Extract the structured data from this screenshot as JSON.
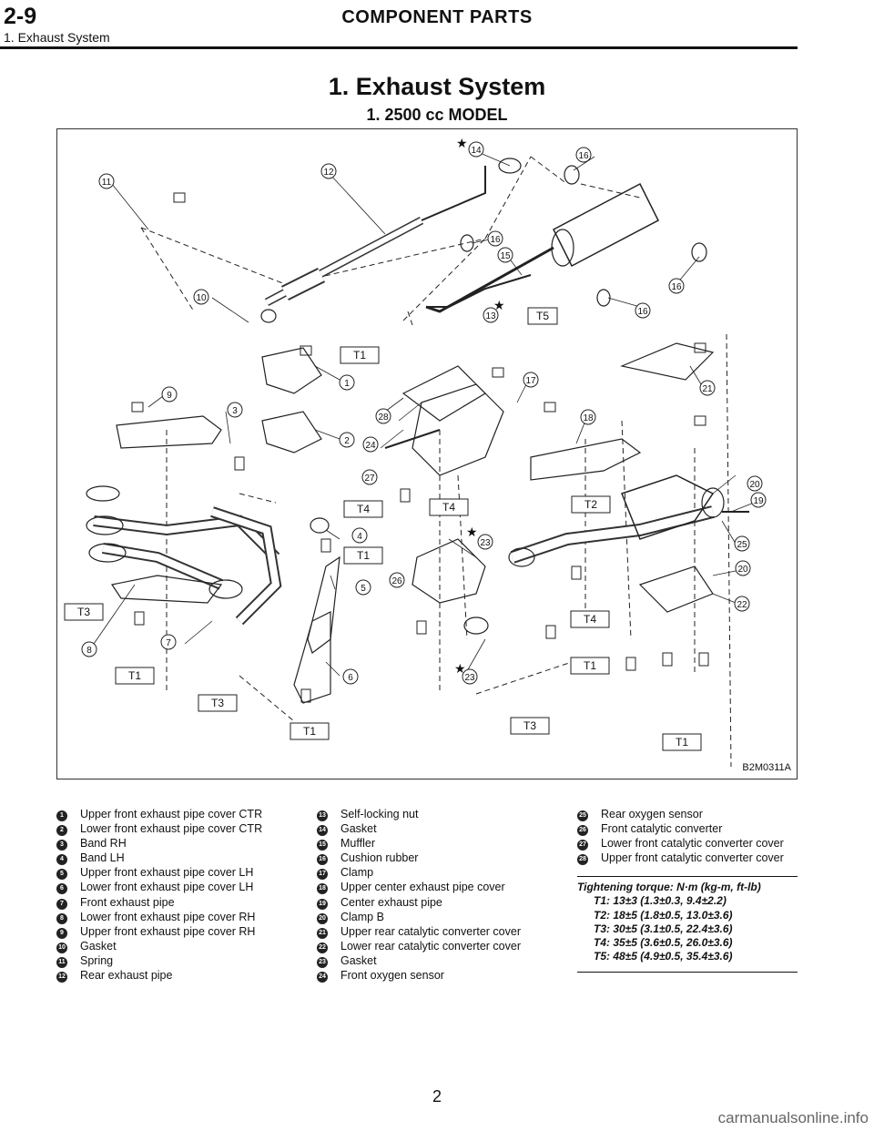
{
  "header": {
    "section": "2-9",
    "title": "COMPONENT PARTS",
    "subtitle": "1. Exhaust System"
  },
  "main_title": "1. Exhaust System",
  "sub_title": "1. 2500 cc MODEL",
  "diagram": {
    "figure_id": "B2M0311A",
    "callouts": [
      "1",
      "2",
      "3",
      "4",
      "5",
      "6",
      "7",
      "8",
      "9",
      "10",
      "11",
      "12",
      "13",
      "14",
      "15",
      "16",
      "17",
      "18",
      "19",
      "20",
      "21",
      "22",
      "23",
      "24",
      "25",
      "26",
      "27",
      "28"
    ],
    "torque_tags": {
      "t1": "T1",
      "t2": "T2",
      "t3": "T3",
      "t4": "T4",
      "t5": "T5"
    }
  },
  "legend": {
    "col1": [
      {
        "num": "1",
        "text": "Upper front exhaust pipe cover CTR"
      },
      {
        "num": "2",
        "text": "Lower front exhaust pipe cover CTR"
      },
      {
        "num": "3",
        "text": "Band RH"
      },
      {
        "num": "4",
        "text": "Band LH"
      },
      {
        "num": "5",
        "text": "Upper front exhaust pipe cover LH"
      },
      {
        "num": "6",
        "text": "Lower front exhaust pipe cover LH"
      },
      {
        "num": "7",
        "text": "Front exhaust pipe"
      },
      {
        "num": "8",
        "text": "Lower front exhaust pipe cover RH"
      },
      {
        "num": "9",
        "text": "Upper front exhaust pipe cover RH"
      },
      {
        "num": "10",
        "text": "Gasket"
      },
      {
        "num": "11",
        "text": "Spring"
      },
      {
        "num": "12",
        "text": "Rear exhaust pipe"
      }
    ],
    "col2": [
      {
        "num": "13",
        "text": "Self-locking nut"
      },
      {
        "num": "14",
        "text": "Gasket"
      },
      {
        "num": "15",
        "text": "Muffler"
      },
      {
        "num": "16",
        "text": "Cushion rubber"
      },
      {
        "num": "17",
        "text": "Clamp"
      },
      {
        "num": "18",
        "text": "Upper center exhaust pipe cover"
      },
      {
        "num": "19",
        "text": "Center exhaust pipe"
      },
      {
        "num": "20",
        "text": "Clamp B"
      },
      {
        "num": "21",
        "text": "Upper rear catalytic converter cover"
      },
      {
        "num": "22",
        "text": "Lower rear catalytic converter cover"
      },
      {
        "num": "23",
        "text": "Gasket"
      },
      {
        "num": "24",
        "text": "Front oxygen sensor"
      }
    ],
    "col3": [
      {
        "num": "25",
        "text": "Rear oxygen sensor"
      },
      {
        "num": "26",
        "text": "Front catalytic converter"
      },
      {
        "num": "27",
        "text": "Lower front catalytic converter cover"
      },
      {
        "num": "28",
        "text": "Upper front catalytic converter cover"
      }
    ]
  },
  "torque": {
    "heading": "Tightening torque: N·m (kg-m, ft-lb)",
    "lines": [
      "T1: 13±3 (1.3±0.3, 9.4±2.2)",
      "T2: 18±5 (1.8±0.5, 13.0±3.6)",
      "T3: 30±5 (3.1±0.5, 22.4±3.6)",
      "T4: 35±5 (3.6±0.5, 26.0±3.6)",
      "T5: 48±5 (4.9±0.5, 35.4±3.6)"
    ]
  },
  "page_number": "2",
  "watermark": "carmanualsonline.info"
}
